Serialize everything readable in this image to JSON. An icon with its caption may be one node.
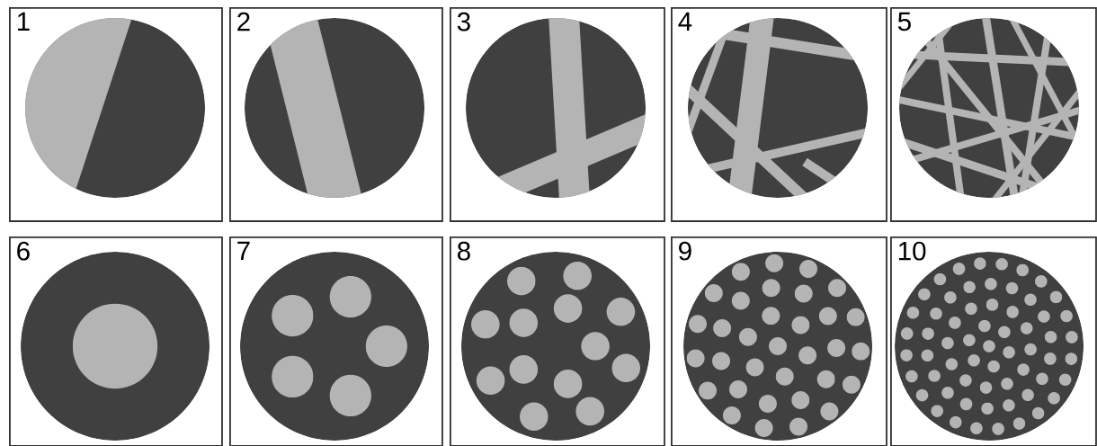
{
  "diagram": {
    "nodes": [
      {
        "text": [
          "1"
        ]
      },
      {
        "text": [
          "2"
        ]
      },
      {
        "text": [
          "3"
        ]
      },
      {
        "text": [
          "4"
        ]
      },
      {
        "text": [
          "5"
        ]
      },
      {
        "text": [
          "6"
        ]
      },
      {
        "text": [
          "7"
        ]
      },
      {
        "text": [
          "8"
        ]
      },
      {
        "text": [
          "9"
        ]
      },
      {
        "text": [
          "10"
        ]
      }
    ]
  }
}
